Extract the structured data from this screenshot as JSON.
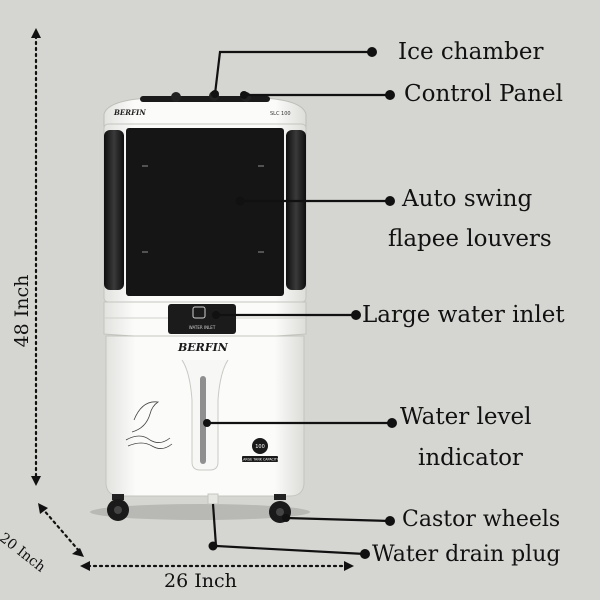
{
  "labels": {
    "ice_chamber": "Ice chamber",
    "control_panel": "Control Panel",
    "louvers_line1": "Auto swing",
    "louvers_line2": "flapee louvers",
    "water_inlet": "Large water inlet",
    "water_level_line1": "Water level",
    "water_level_line2": "indicator",
    "castor_wheels": "Castor wheels",
    "drain_plug": "Water drain plug"
  },
  "dimensions": {
    "height": "48  Inch",
    "depth": "20  Inch",
    "width": "26 Inch"
  },
  "product": {
    "brand_top": "BERFIN",
    "model": "SLC 100",
    "brand_front": "BERFIN",
    "inlet_caption": "WATER INLET",
    "capacity_number": "100",
    "capacity_text": "LARGE TANK CAPACITY"
  },
  "colors": {
    "body": "#f4f4f2",
    "panel": "#1b1b1b",
    "background": "#d5d6d1",
    "line": "#111111"
  }
}
